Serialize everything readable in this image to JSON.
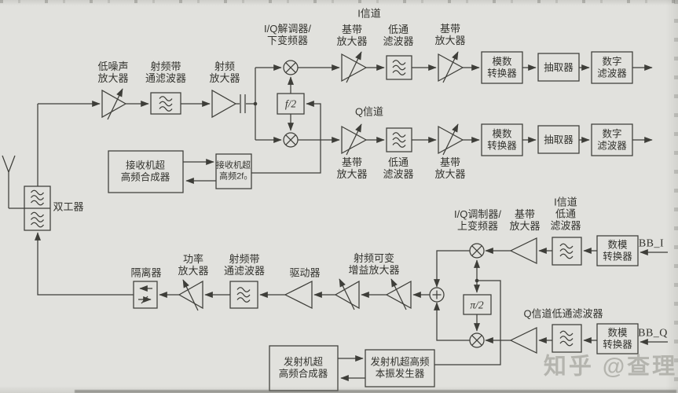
{
  "colors": {
    "background": "#e1e1dd",
    "line": "#3e3e39",
    "text": "#33332e",
    "watermark_gray": "#adada6"
  },
  "receiver": {
    "duplexer": "双工器",
    "lna": "低噪声\n放大器",
    "rf_bpf": "射频带\n通滤波器",
    "rf_amp": "射频\n放大器",
    "iq_demod": "I/Q解调器/\n下变频器",
    "freq_div": "f/2",
    "i_channel": "I信道",
    "q_channel": "Q信道",
    "bb_amp": "基带\n放大器",
    "lpf": "低通\n滤波器",
    "adc": "模数\n转换器",
    "decimator": "抽取器",
    "digital_filter": "数字\n滤波器",
    "synth": "接收机超\n高频合成器",
    "lo_2f0": "接收机超\n高频2f₀"
  },
  "transmitter": {
    "isolator": "隔离器",
    "pa": "功率\n放大器",
    "rf_bpf": "射频带\n通滤波器",
    "driver": "驱动器",
    "vga": "射频可变\n增益放大器",
    "iq_mod": "I/Q调制器/\n上变频器",
    "bb_amp": "基带\n放大器",
    "i_lpf": "I信道\n低通\n滤波器",
    "q_lpf": "Q信道低通滤波器",
    "phase_shift": "π/2",
    "dac": "数模\n转换器",
    "bb_i": "BB_I",
    "bb_q": "BB_Q",
    "synth": "发射机超\n高频合成器",
    "lo_gen": "发射机超高频\n本振发生器"
  },
  "watermark": {
    "text": "知乎 @查理"
  }
}
